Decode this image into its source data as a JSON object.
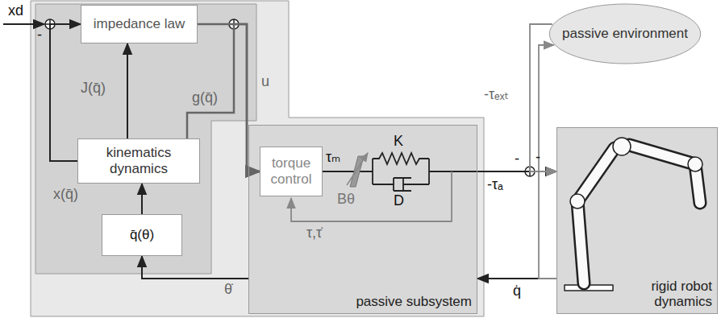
{
  "diagram": {
    "nodes": [
      {
        "text": [
          "impedance law"
        ]
      },
      {
        "text": [
          "kinematics dynamics"
        ]
      },
      {
        "text": [
          "q̄(θ)"
        ]
      },
      {
        "text": [
          "passive subsystem"
        ]
      },
      {
        "text": [
          "torque control"
        ],
        "in": 3
      },
      {
        "text": [
          "passive environment"
        ]
      },
      {
        "text": [
          "rigid robot dynamics"
        ]
      }
    ],
    "edges": [
      {
        "from": 2,
        "to": 1,
        "arrow": "to"
      },
      {
        "from": 1,
        "to": 0,
        "label": "J(q̄)",
        "arrow": "to"
      },
      {
        "from": 1,
        "to": 0,
        "label": "x(q̄)",
        "arrow": "to"
      },
      {
        "from": 1,
        "to": 4,
        "label": "g(q̄)",
        "arrow": "to"
      },
      {
        "from": 0,
        "to": 4,
        "label": "u",
        "arrow": "to"
      },
      {
        "from": 3,
        "to": 2,
        "label": "θ̇",
        "arrow": "to"
      },
      {
        "from": 3,
        "to": 6,
        "label": "-τₐ",
        "arrow": "to"
      },
      {
        "from": 5,
        "to": 6,
        "label": "-τₑₓₜ",
        "arrow": "to"
      },
      {
        "from": 6,
        "to": 3,
        "label": "q̇",
        "arrow": "to"
      },
      {
        "from": 6,
        "to": 5,
        "arrow": "to"
      }
    ],
    "labels": [
      "xd",
      "-",
      "τₘ",
      "Bθ",
      "K",
      "D",
      "τ,τ̇",
      "-",
      "-"
    ]
  }
}
